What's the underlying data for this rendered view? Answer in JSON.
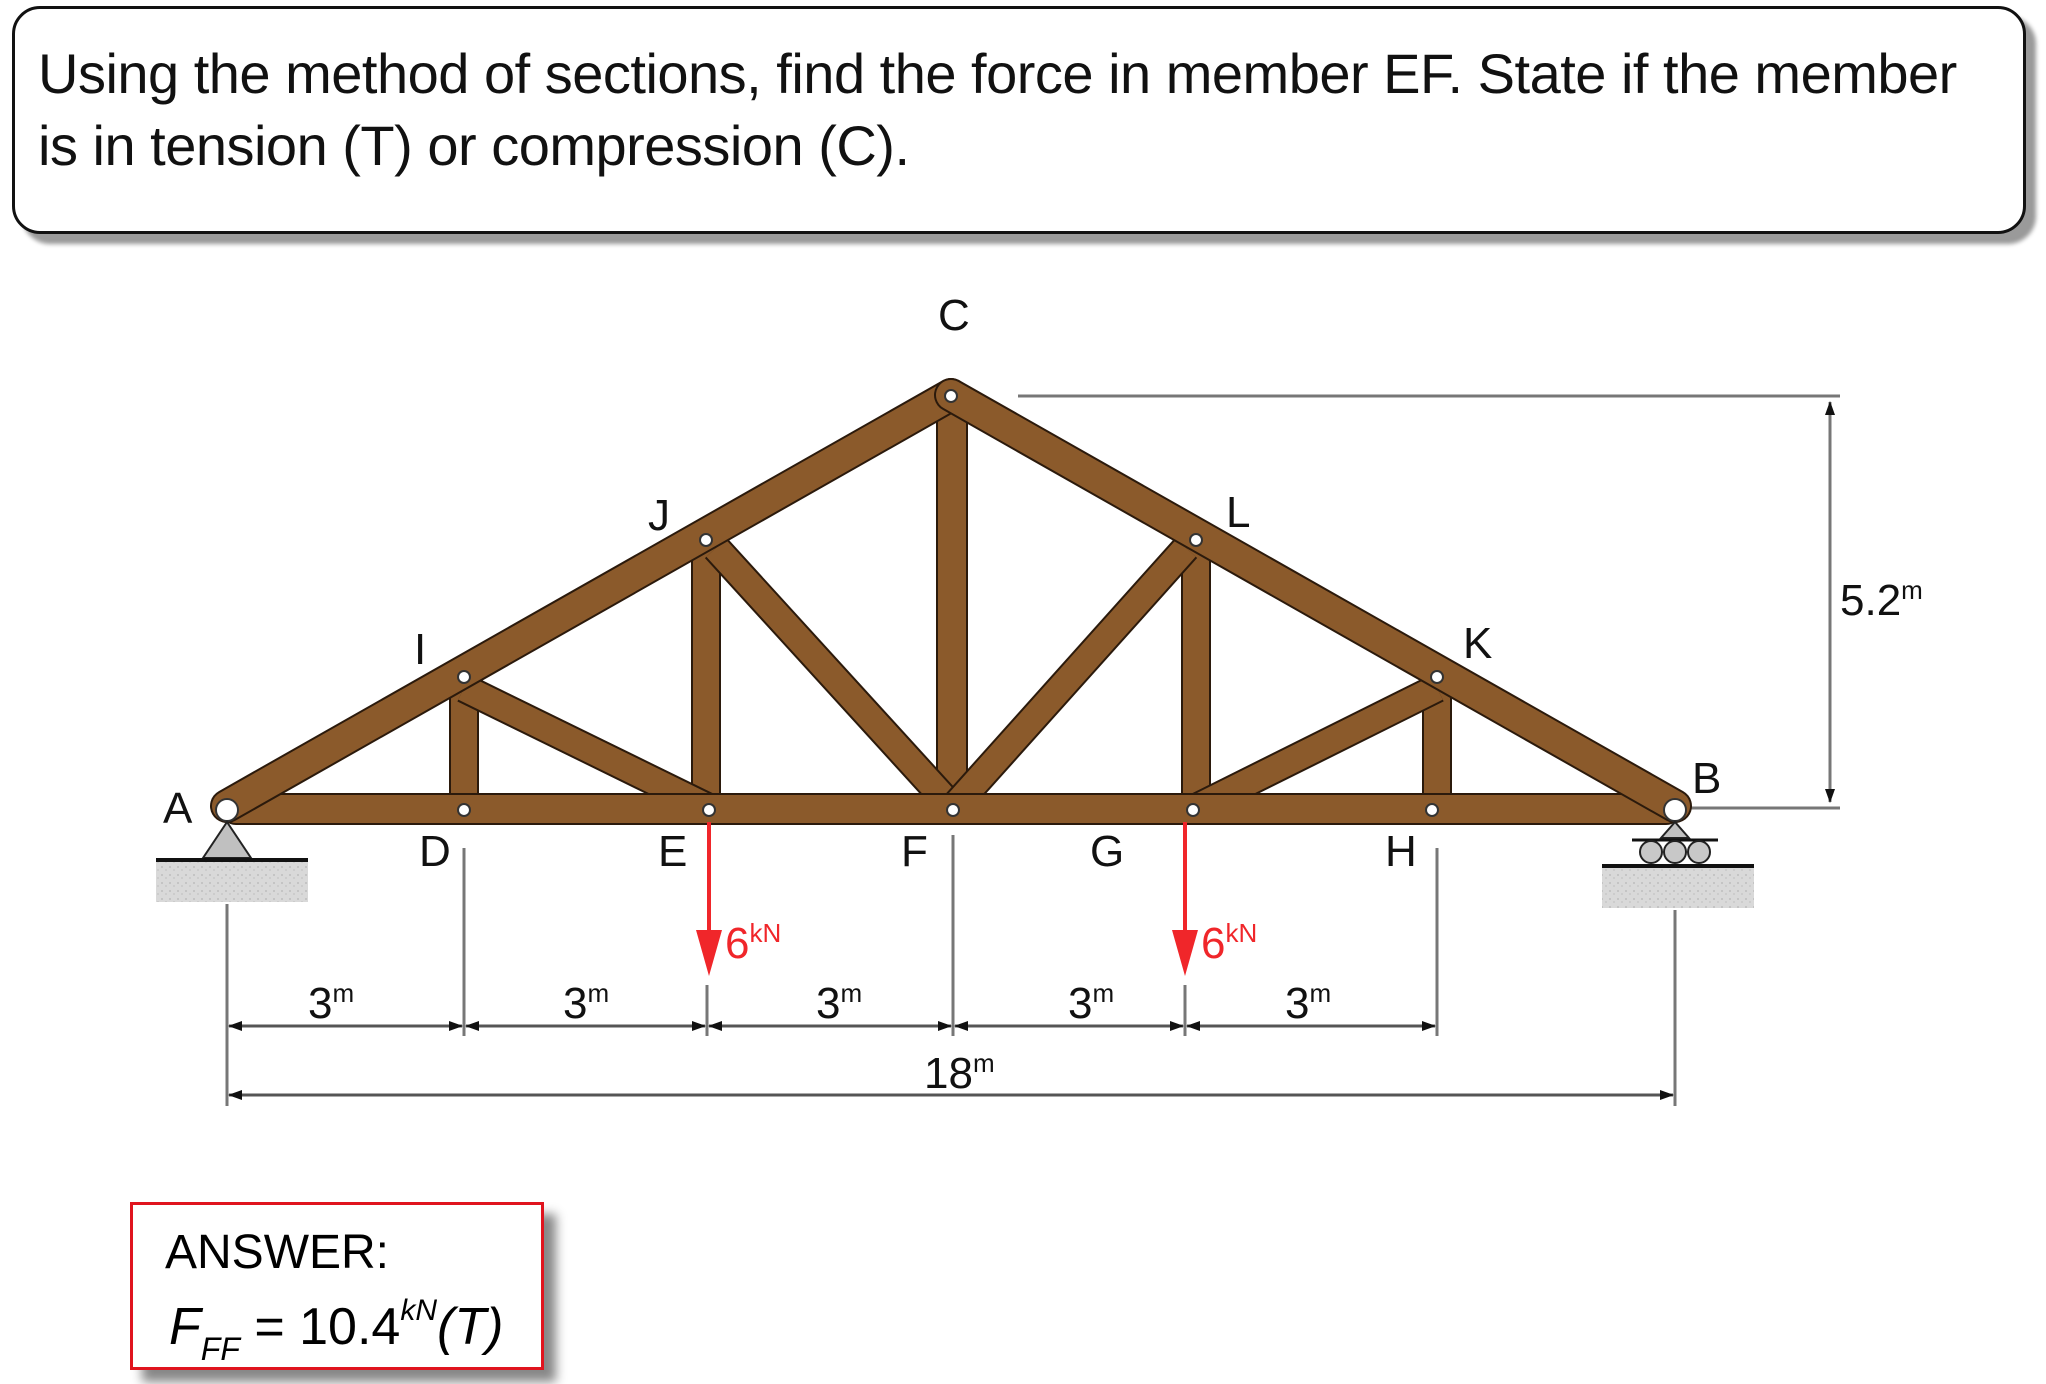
{
  "problem": {
    "statement": "Using the method of sections, find the force in member EF.  State if the member is in tension (T) or compression (C)."
  },
  "truss": {
    "joints": {
      "A": "A",
      "B": "B",
      "C": "C",
      "D": "D",
      "E": "E",
      "F": "F",
      "G": "G",
      "H": "H",
      "I": "I",
      "J": "J",
      "K": "K",
      "L": "L"
    },
    "member_color": "#8b5a2b",
    "supports": {
      "left": "pin-support",
      "right": "roller-support"
    }
  },
  "loads": [
    {
      "joint": "E",
      "value": "6",
      "unit": "kN",
      "color": "#f0262a"
    },
    {
      "joint": "G",
      "value": "6",
      "unit": "kN",
      "color": "#f0262a"
    }
  ],
  "dimensions": {
    "panels": [
      {
        "value": "3",
        "unit": "m"
      },
      {
        "value": "3",
        "unit": "m"
      },
      {
        "value": "3",
        "unit": "m"
      },
      {
        "value": "3",
        "unit": "m"
      },
      {
        "value": "3",
        "unit": "m"
      }
    ],
    "total_span": {
      "value": "18",
      "unit": "m"
    },
    "height": {
      "value": "5.2",
      "unit": "m"
    }
  },
  "answer": {
    "title": "ANSWER:",
    "symbol": "F",
    "subscript": "FF",
    "equals": "=",
    "value": "10.4",
    "unit": "kN",
    "state": "(T)",
    "border_color": "#e0141e"
  }
}
